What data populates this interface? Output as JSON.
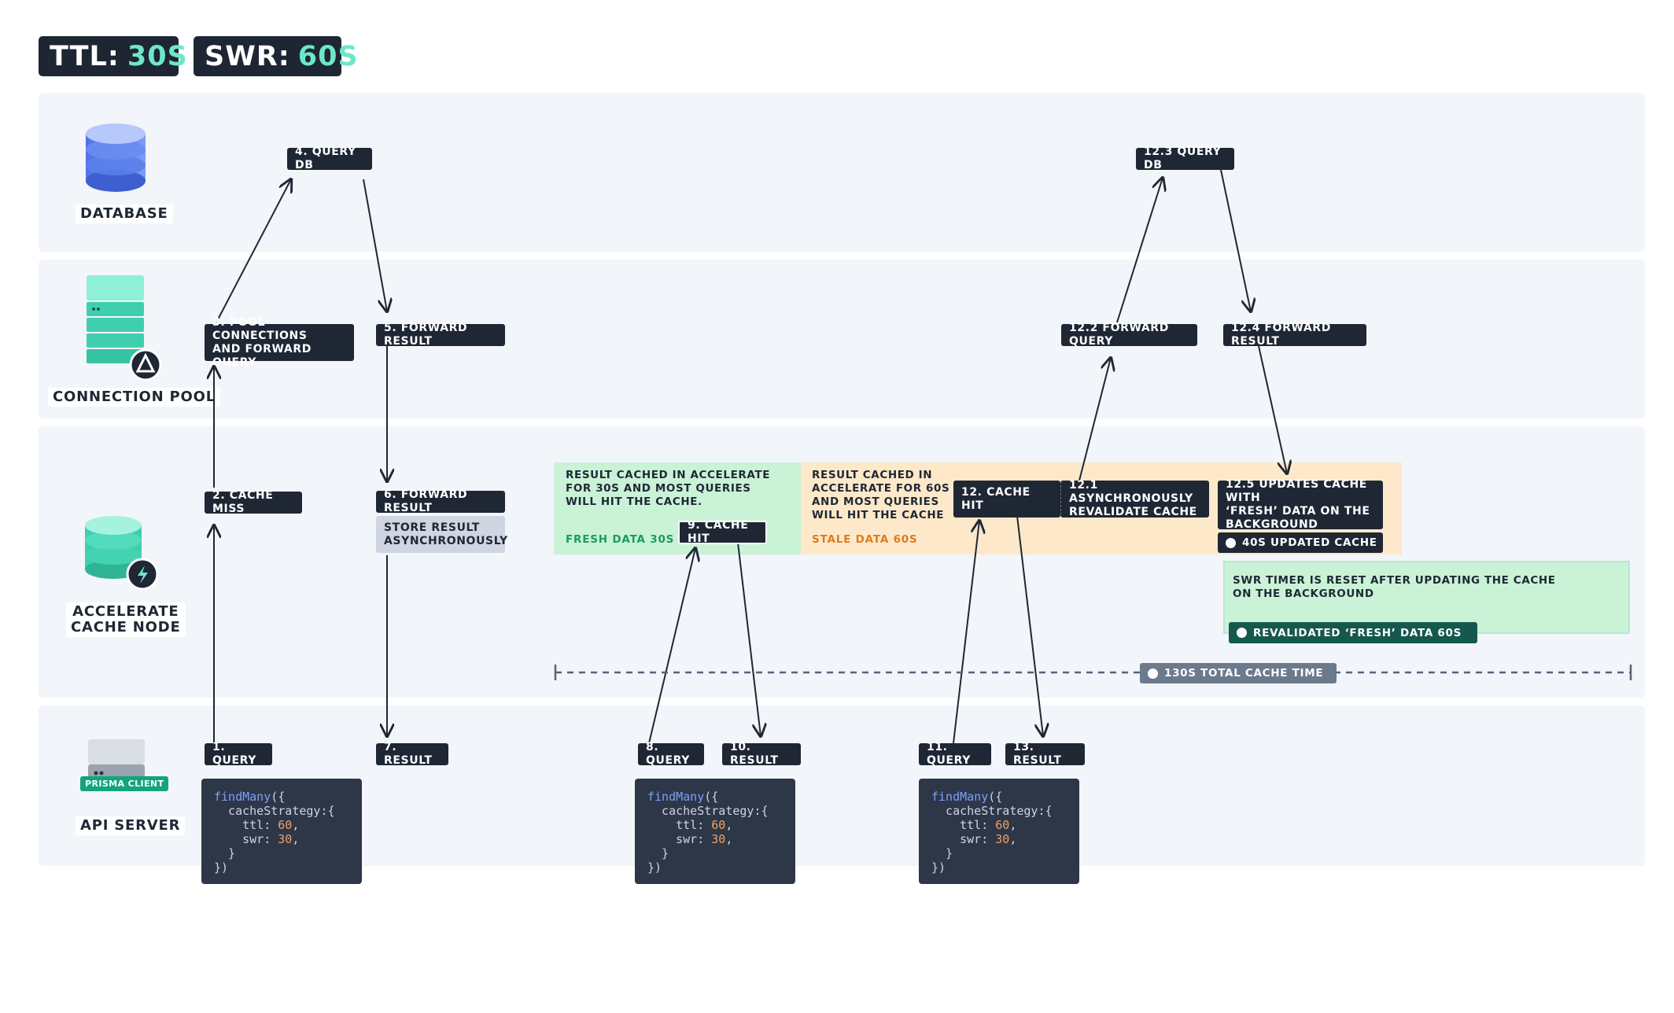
{
  "header": {
    "ttl_key": "TTL:",
    "ttl_value": "30S",
    "swr_key": "SWR:",
    "swr_value": "60S"
  },
  "actors": {
    "database": "DATABASE",
    "connection_pool": "CONNECTION POOL",
    "cache_node": "ACCELERATE\nCACHE NODE",
    "api_server": "API SERVER",
    "prisma_badge": "PRISMA CLIENT"
  },
  "steps": {
    "s1": "1. QUERY",
    "s2": "2. CACHE MISS",
    "s3": "3. POOL CONNECTIONS\n   AND FORWARD QUERY",
    "s4": "4. QUERY DB",
    "s5": "5. FORWARD RESULT",
    "s6": "6. FORWARD RESULT",
    "s6_note": "STORE RESULT\nASYNCHRONOUSLY",
    "s7": "7. RESULT",
    "s8": "8. QUERY",
    "s9": "9. CACHE HIT",
    "s10": "10. RESULT",
    "s11": "11. QUERY",
    "s12": "12. CACHE HIT",
    "s12_1": "12.1 ASYNCHRONOUSLY\n       REVALIDATE CACHE",
    "s12_2": "12.2 FORWARD QUERY",
    "s12_3": "12.3 QUERY DB",
    "s12_4": "12.4 FORWARD RESULT",
    "s12_5": "12.5 UPDATES CACHE WITH\n     ‘FRESH’ DATA ON THE\n     BACKGROUND",
    "s13": "13. RESULT"
  },
  "zones": {
    "fresh_text": "RESULT CACHED IN ACCELERATE\nFOR 30S AND MOST QUERIES\nWILL HIT THE CACHE.",
    "fresh_label": "FRESH DATA  30S",
    "stale_text": "RESULT CACHED IN\nACCELERATE FOR 60S\nAND MOST QUERIES\nWILL HIT THE CACHE",
    "stale_label": "STALE DATA  60S",
    "swr_text": "SWR TIMER  IS RESET AFTER UPDATING THE CACHE\nON THE BACKGROUND"
  },
  "timers": {
    "updated": "40S  UPDATED CACHE",
    "revalidated": "REVALIDATED ‘FRESH’ DATA  60S",
    "total": "130S  TOTAL CACHE TIME"
  },
  "code": {
    "fn": "findMany",
    "open": "({",
    "strategy": "  cacheStrategy:{",
    "ttl_key": "    ttl: ",
    "ttl_val": "60",
    "swr_key": "    swr: ",
    "swr_val": "30",
    "close_inner": "  }",
    "close": "})"
  },
  "colors": {
    "fresh_zone": "#c9f2d6",
    "stale_zone": "#fde9c9",
    "stale_text": "#e07a1f",
    "fresh_text": "#1d9a5b",
    "dark_label": "#1f2735",
    "teal": "#6ee7c9"
  }
}
